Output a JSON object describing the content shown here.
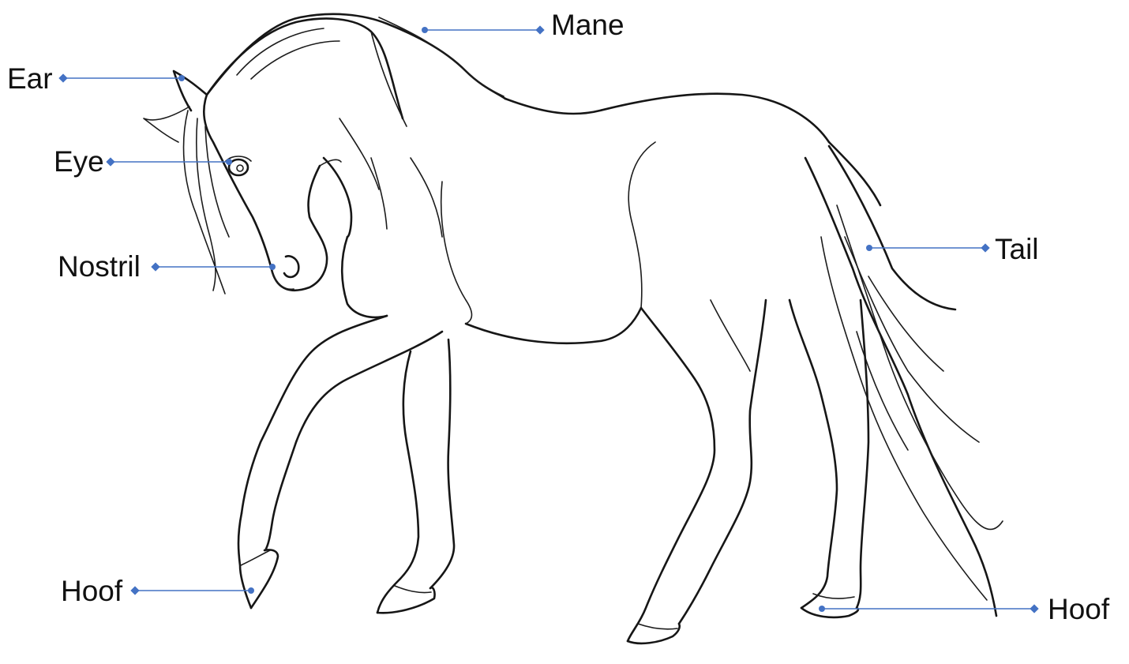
{
  "colors": {
    "leader": "#4472c4",
    "ink": "#161616",
    "background": "#ffffff"
  },
  "labels": {
    "mane": "Mane",
    "ear": "Ear",
    "eye": "Eye",
    "nostril": "Nostril",
    "tail": "Tail",
    "hoof_front": "Hoof",
    "hoof_rear": "Hoof"
  }
}
